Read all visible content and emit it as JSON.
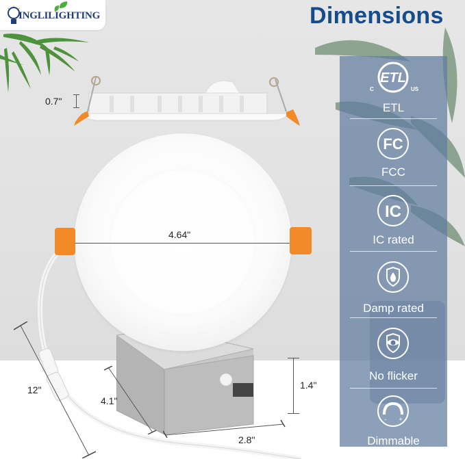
{
  "brand": {
    "logo_text": "INGLILIGHTING",
    "colors": {
      "logo_text": "#1f3f7a",
      "leaf": "#4caf3a"
    }
  },
  "header": {
    "title": "Dimensions",
    "title_color": "#154c8a"
  },
  "dimensions": {
    "height": "0.7\"",
    "diameter": "4.64\"",
    "cable_length": "12\"",
    "box_length": "4.1\"",
    "box_width": "2.8\"",
    "box_height": "1.4\""
  },
  "features_panel": {
    "background": "#607ca0",
    "items": [
      {
        "icon": "etl-listed-icon",
        "label": "ETL",
        "sub_left": "C",
        "sub_right": "US"
      },
      {
        "icon": "fcc-icon",
        "label": "FCC"
      },
      {
        "icon": "ic-rated-icon",
        "label": "IC rated"
      },
      {
        "icon": "damp-shield-icon",
        "label": "Damp rated"
      },
      {
        "icon": "eye-shield-icon",
        "label": "No flicker"
      },
      {
        "icon": "dimmer-dial-icon",
        "label": "Dimmable",
        "dial_minus": "-",
        "dial_plus": "+"
      }
    ]
  },
  "product": {
    "accent_color": "#f28a2a"
  }
}
